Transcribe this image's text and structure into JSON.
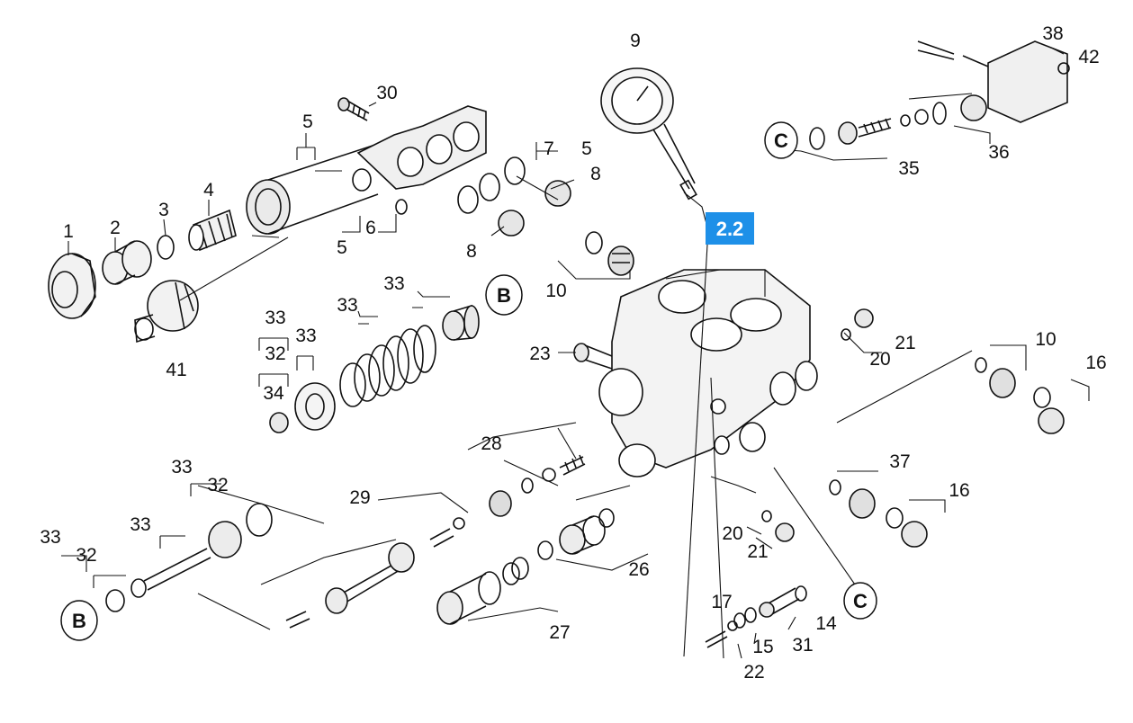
{
  "diagram": {
    "title_badge": "2.2",
    "badge_color": "#1e90e8",
    "parts": {
      "p1": "1",
      "p2": "2",
      "p3": "3",
      "p4": "4",
      "p5a": "5",
      "p5b": "5",
      "p5c": "5",
      "p6": "6",
      "p7": "7",
      "p8a": "8",
      "p8b": "8",
      "p9": "9",
      "p10a": "10",
      "p10b": "10",
      "p14": "14",
      "p15": "15",
      "p16a": "16",
      "p16b": "16",
      "p17": "17",
      "p20a": "20",
      "p20b": "20",
      "p21a": "21",
      "p21b": "21",
      "p22": "22",
      "p23": "23",
      "p26": "26",
      "p27": "27",
      "p28": "28",
      "p29": "29",
      "p30": "30",
      "p31": "31",
      "p32a": "32",
      "p32b": "32",
      "p32c": "32",
      "p33a": "33",
      "p33b": "33",
      "p33c": "33",
      "p33d": "33",
      "p33e": "33",
      "p33f": "33",
      "p33g": "33",
      "p34": "34",
      "p35": "35",
      "p36": "36",
      "p37": "37",
      "p38": "38",
      "p41": "41",
      "p42": "42"
    },
    "refs": {
      "b1": "B",
      "b2": "B",
      "c1": "C",
      "c2": "C"
    }
  }
}
